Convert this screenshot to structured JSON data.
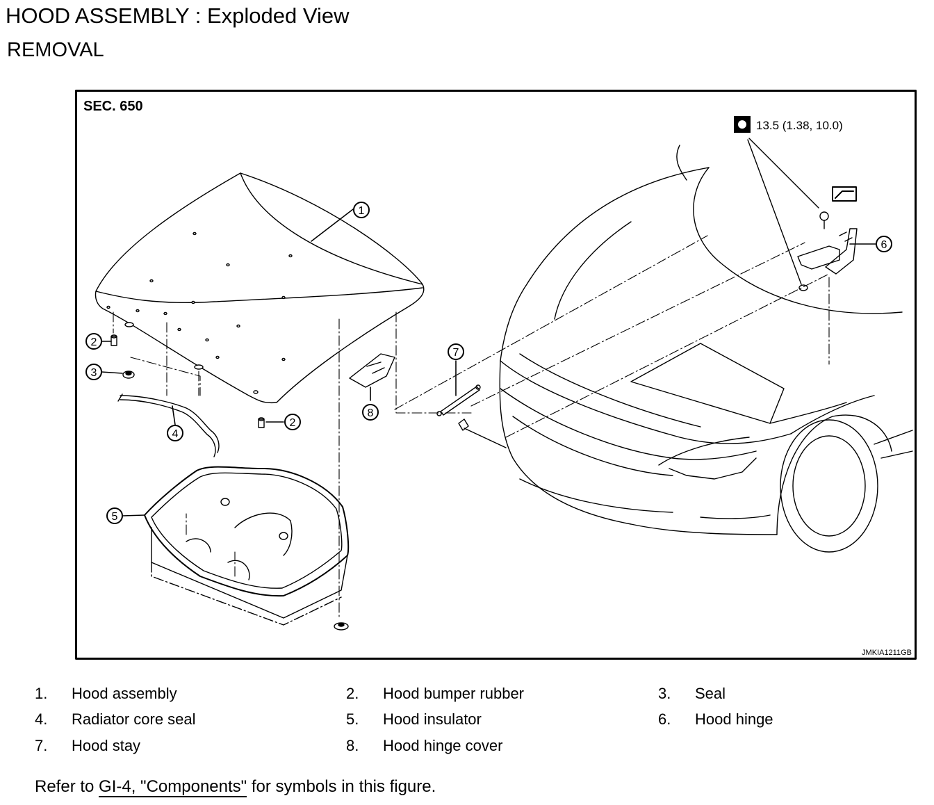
{
  "header": {
    "title": "HOOD ASSEMBLY : Exploded View",
    "subtitle": "REMOVAL"
  },
  "figure": {
    "section_label": "SEC. 650",
    "torque_spec": "13.5 (1.38, 10.0)",
    "image_code": "JMKIA1211GB",
    "torque_icon": "wrench-torque-icon",
    "lubricate_icon": "grease-lubricate-icon",
    "callouts": [
      "1",
      "2",
      "2",
      "3",
      "4",
      "5",
      "6",
      "7",
      "8"
    ]
  },
  "legend": [
    {
      "num": "1.",
      "label": "Hood assembly"
    },
    {
      "num": "2.",
      "label": "Hood bumper rubber"
    },
    {
      "num": "3.",
      "label": "Seal"
    },
    {
      "num": "4.",
      "label": "Radiator core seal"
    },
    {
      "num": "5.",
      "label": "Hood insulator"
    },
    {
      "num": "6.",
      "label": "Hood hinge"
    },
    {
      "num": "7.",
      "label": "Hood stay"
    },
    {
      "num": "8.",
      "label": "Hood hinge cover"
    }
  ],
  "footer": {
    "prefix": "Refer to ",
    "link": "GI-4, \"Components\"",
    "suffix": " for symbols in this figure."
  }
}
